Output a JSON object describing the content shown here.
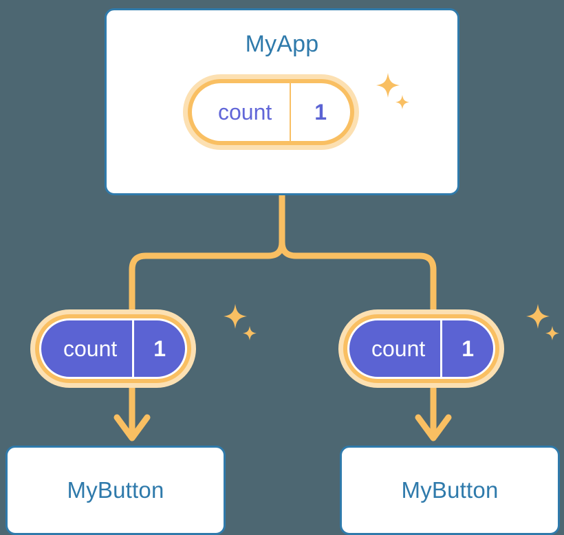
{
  "diagram": {
    "title_concept": "signal propagation tree",
    "background_color": "#4d6772",
    "accent_orange": "#f9bf62",
    "accent_orange_pale": "#fce0b2",
    "accent_blue": "#2f7aab",
    "accent_purple": "#5b63d3",
    "card_background": "#ffffff"
  },
  "root": {
    "title": "MyApp",
    "signal": {
      "key": "count",
      "value": "1"
    },
    "sparkle": "sparkle-icon"
  },
  "branches": [
    {
      "signal": {
        "key": "count",
        "value": "1"
      },
      "sparkle": "sparkle-icon",
      "child": {
        "title": "MyButton"
      }
    },
    {
      "signal": {
        "key": "count",
        "value": "1"
      },
      "sparkle": "sparkle-icon",
      "child": {
        "title": "MyButton"
      }
    }
  ],
  "connectors": {
    "style": "orange-rounded-tree",
    "arrowhead": "chevron-down-arrow"
  }
}
